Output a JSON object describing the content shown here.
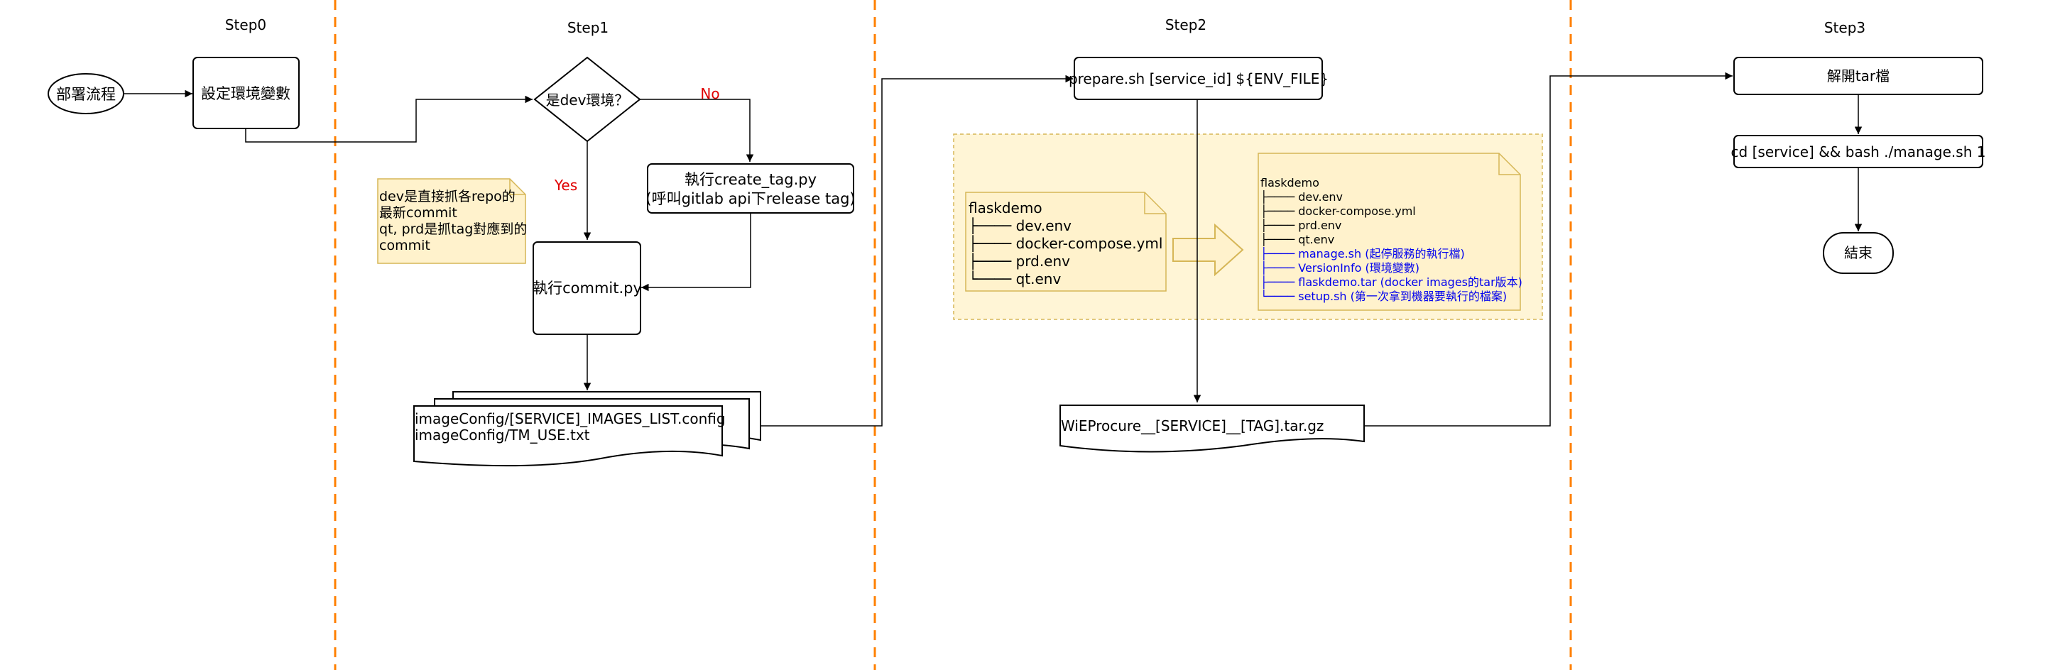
{
  "steps": [
    "Step0",
    "Step1",
    "Step2",
    "Step3"
  ],
  "nodes": {
    "start": "部署流程",
    "set_env": "設定環境變數",
    "is_dev": "是dev環境？",
    "create_tag": [
      "執行create_tag.py",
      "(呼叫gitlab api下release tag)"
    ],
    "commit": "執行commit.py",
    "image_config": [
      "imageConfig/[SERVICE]_IMAGES_LIST.config",
      "imageConfig/TM_USE.txt"
    ],
    "prepare": "prepare.sh [service_id] ${ENV_FILE}",
    "tarball": "WiEProcure__[SERVICE]__[TAG].tar.gz",
    "extract": "解開tar檔",
    "manage": "cd [service] && bash ./manage.sh 1",
    "end": "結束"
  },
  "edge_labels": {
    "no": "No",
    "yes": "Yes"
  },
  "note": [
    "dev是直接抓各repo的",
    "最新commit",
    "qt, prd是抓tag對應到的",
    "commit"
  ],
  "tree_before": {
    "root": "flaskdemo",
    "items": [
      {
        "prefix": "├──── ",
        "name": "dev.env"
      },
      {
        "prefix": "├──── ",
        "name": "docker-compose.yml"
      },
      {
        "prefix": "├──── ",
        "name": "prd.env"
      },
      {
        "prefix": "└──── ",
        "name": "qt.env"
      }
    ]
  },
  "tree_after": {
    "root": "flaskdemo",
    "items": [
      {
        "prefix": "├──── ",
        "name": "dev.env",
        "highlight": false
      },
      {
        "prefix": "├──── ",
        "name": "docker-compose.yml",
        "highlight": false
      },
      {
        "prefix": "├──── ",
        "name": "prd.env",
        "highlight": false
      },
      {
        "prefix": "├──── ",
        "name": "qt.env",
        "highlight": false
      },
      {
        "prefix": "├──── ",
        "name": "manage.sh (起停服務的執行檔)",
        "highlight": true
      },
      {
        "prefix": "├──── ",
        "name": "VersionInfo (環境變數)",
        "highlight": true
      },
      {
        "prefix": "├──── ",
        "name": "flaskdemo.tar (docker images的tar版本)",
        "highlight": true
      },
      {
        "prefix": "└──── ",
        "name": "setup.sh (第一次拿到機器要執行的檔案)",
        "highlight": true
      }
    ]
  },
  "colors": {
    "lane_divider": "#ff8000",
    "note_fill": "#fff2cc",
    "note_stroke": "#d6b656",
    "highlight_text": "#0000ee",
    "edge_label": "#e00000"
  }
}
